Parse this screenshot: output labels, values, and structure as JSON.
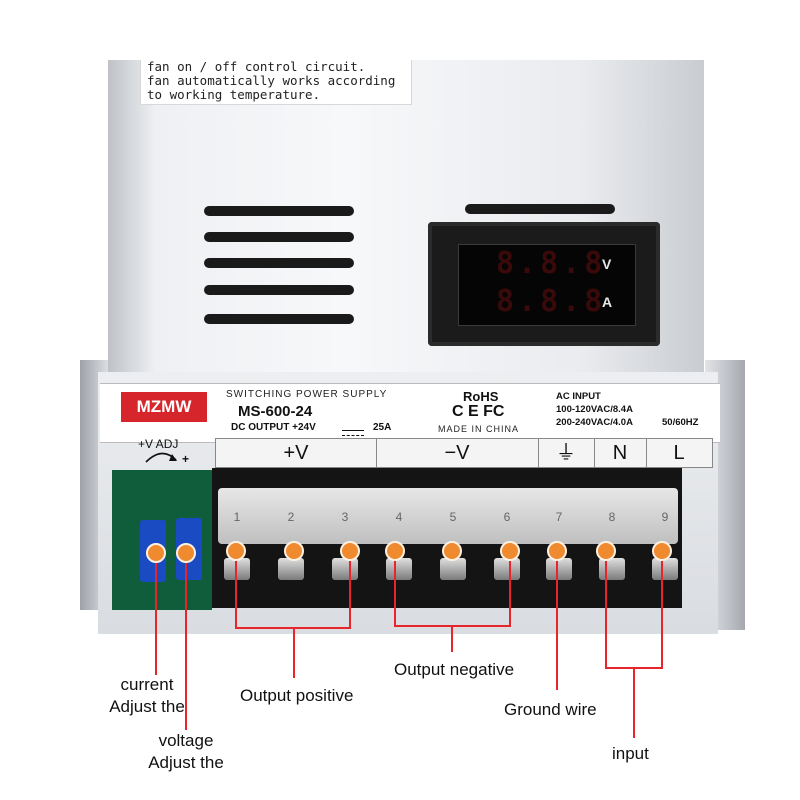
{
  "notice_lines": [
    "fan on / off  control  circuit.",
    "fan automatically works according",
    "to  working  temperature."
  ],
  "meter": {
    "digits_top": "8.8.8",
    "digits_bottom": "8.8.8",
    "unit_top": "V",
    "unit_bottom": "A"
  },
  "label": {
    "brand": "MZMW",
    "subtitle": "SWITCHING POWER SUPPLY",
    "model": "MS-600-24",
    "dc_output": "DC OUTPUT +24V",
    "current": "25A",
    "cert": "RoHS",
    "cert_marks": "C E FC",
    "made_in": "MADE  IN  CHINA",
    "ac_title": "AC INPUT",
    "ac_line1": "100-120VAC/8.4A",
    "ac_line2": "200-240VAC/4.0A",
    "freq": "50/60HZ"
  },
  "adjust": {
    "label": "+V ADJ",
    "plus": "+"
  },
  "terminals": {
    "headers": [
      "+V",
      "−V",
      "⏚",
      "N",
      "L"
    ],
    "numbers": [
      "1",
      "2",
      "3",
      "4",
      "5",
      "6",
      "7",
      "8",
      "9"
    ]
  },
  "annotations": {
    "current_1": "current",
    "current_2": "Adjust the",
    "voltage_1": "voltage",
    "voltage_2": "Adjust the",
    "output_positive": "Output positive",
    "output_negative": "Output negative",
    "ground": "Ground wire",
    "input": "input"
  },
  "colors": {
    "marker": "#f08a2e",
    "callout_line": "#e8252b",
    "brand_red": "#d7262b",
    "pot_blue": "#1b4bc2"
  }
}
